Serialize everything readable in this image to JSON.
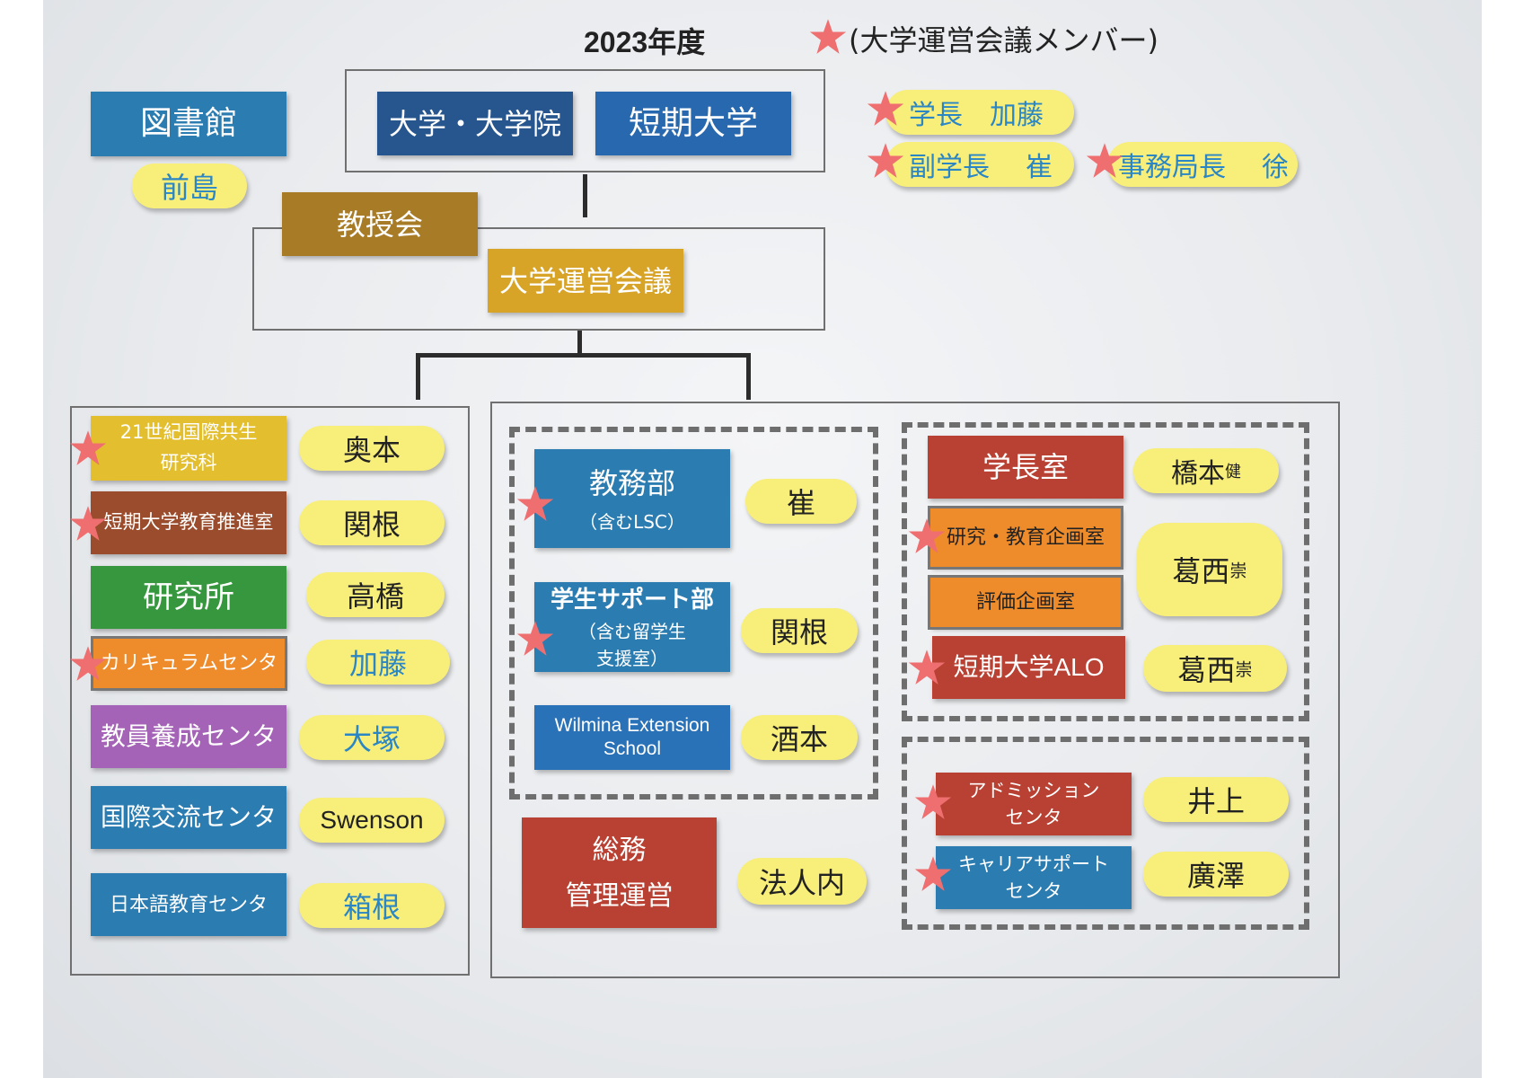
{
  "header": {
    "year_title": "2023年度",
    "legend_text": "(大学運営会議メンバー)",
    "legend_icon": "star-icon"
  },
  "top": {
    "library": "図書館",
    "library_head": "前島",
    "university": "大学・大学院",
    "junior_college": "短期大学",
    "faculty_council": "教授会",
    "management_council": "大学運営会議"
  },
  "officers": [
    {
      "role": "学長",
      "name": "加藤",
      "star": true
    },
    {
      "role": "副学長",
      "name": "崔",
      "star": true
    },
    {
      "role": "事務局長",
      "name": "徐",
      "star": true
    }
  ],
  "left_units": [
    {
      "label_line1": "21世紀国際共生",
      "label_line2": "研究科",
      "head": "奥本",
      "color": "#e3be2e",
      "star": true
    },
    {
      "label_line1": "短期大学教育推進室",
      "head": "関根",
      "color": "#9a4c2c",
      "star": true
    },
    {
      "label_line1": "研究所",
      "head": "高橋",
      "color": "#37973f",
      "star": false
    },
    {
      "label_line1": "カリキュラムセンタ",
      "head": "加藤",
      "color": "#ee8c2c",
      "star": true
    },
    {
      "label_line1": "教員養成センタ",
      "head": "大塚",
      "color": "#a463b6",
      "star": false
    },
    {
      "label_line1": "国際交流センタ",
      "head": "Swenson",
      "color": "#2b7cb0",
      "star": false
    },
    {
      "label_line1": "日本語教育センタ",
      "head": "箱根",
      "color": "#2b7cb0",
      "star": false
    }
  ],
  "middle_units": [
    {
      "label_line1": "教務部",
      "label_line2": "（含むLSC）",
      "head": "崔",
      "star": true
    },
    {
      "label_line1": "学生サポート部",
      "label_line2": "（含む留学生",
      "label_line3": "支援室）",
      "head": "関根",
      "star": true
    },
    {
      "label_line1": "Wilmina Extension",
      "label_line2": "School",
      "head": "酒本",
      "star": false
    },
    {
      "label_line1": "総務",
      "label_line2": "管理運営",
      "head": "法人内",
      "star": false
    }
  ],
  "right_units": {
    "president_office": {
      "label": "学長室",
      "head": "橋本",
      "head_suffix": "健"
    },
    "research_planning": {
      "label": "研究・教育企画室",
      "star": true
    },
    "evaluation": {
      "label": "評価企画室"
    },
    "shared_head": {
      "name": "葛西",
      "suffix": "崇"
    },
    "alo": {
      "label": "短期大学ALO",
      "head": "葛西",
      "head_suffix": "崇",
      "star": true
    },
    "admission": {
      "label_line1": "アドミッション",
      "label_line2": "センタ",
      "head": "井上",
      "star": true
    },
    "career": {
      "label_line1": "キャリアサポート",
      "label_line2": "センタ",
      "head": "廣澤",
      "star": true
    }
  }
}
